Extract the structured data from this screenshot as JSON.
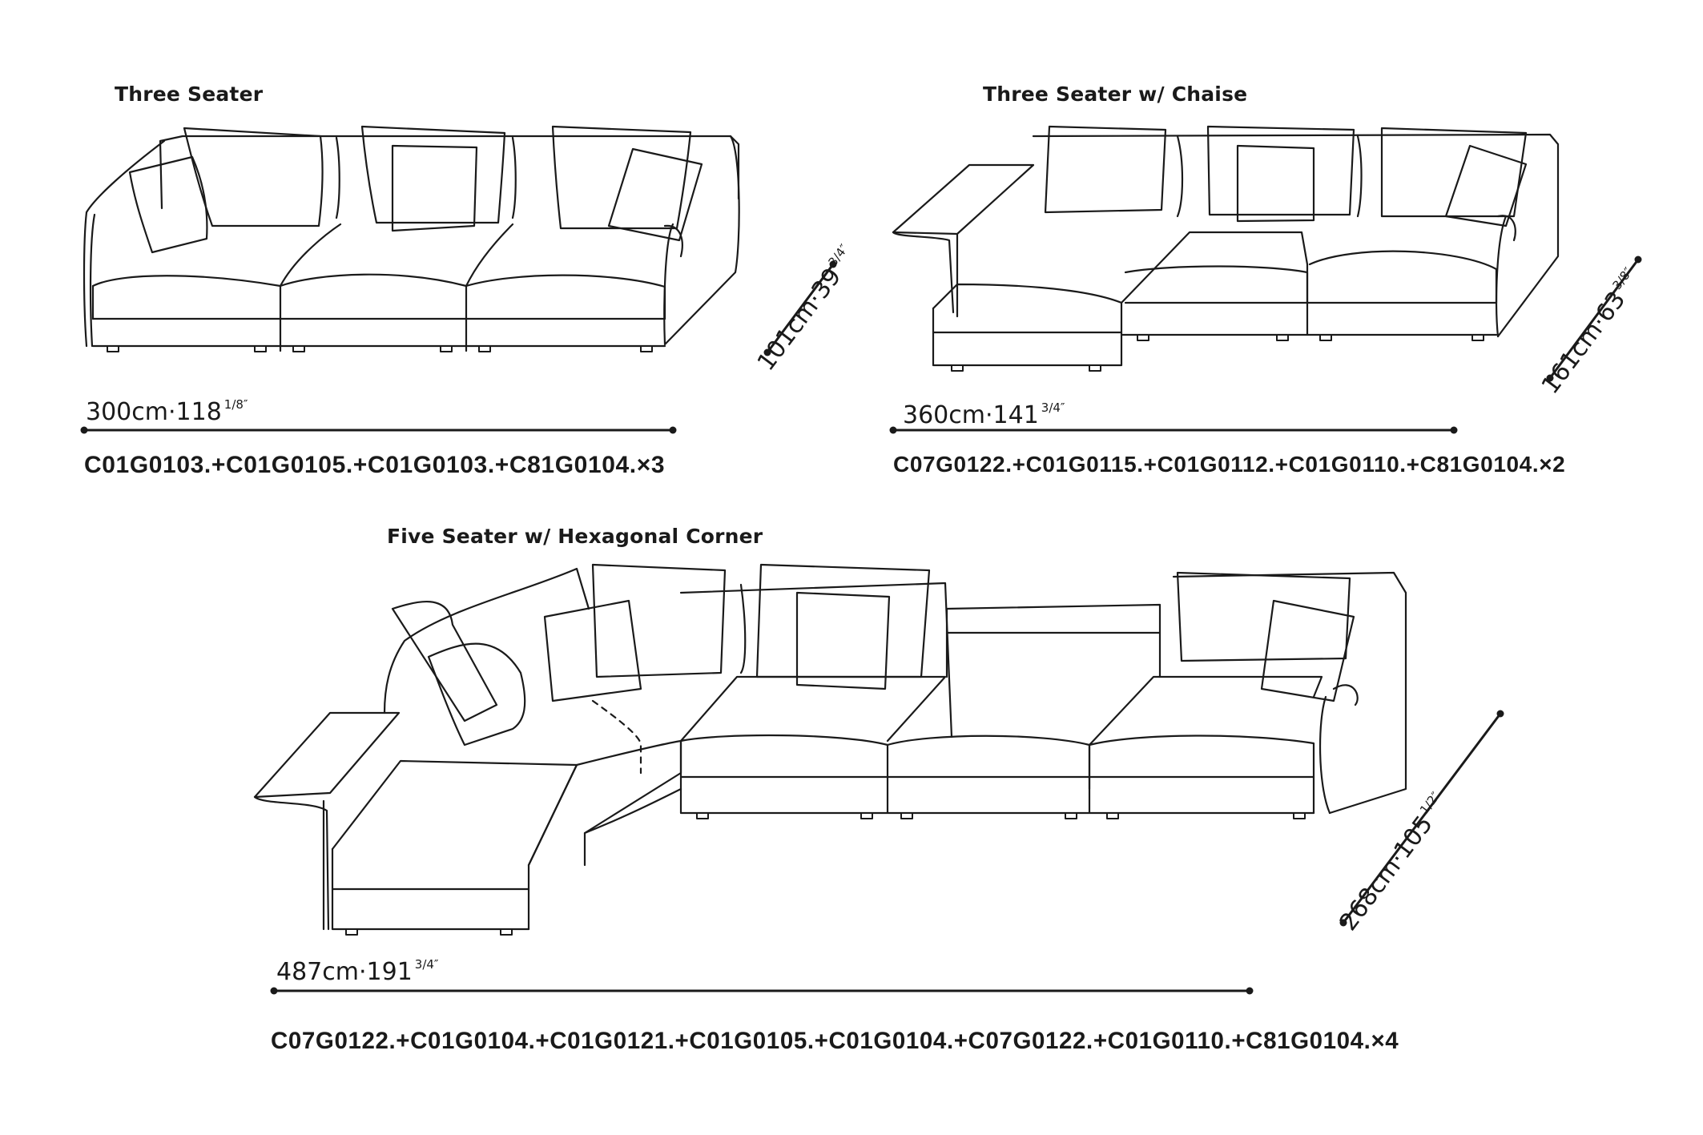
{
  "sofas": [
    {
      "title": "Three Seater",
      "width_text": "300cm·118",
      "width_fraction": "1/8″",
      "depth_text": "101cm·39",
      "depth_fraction": "3/4″",
      "code": "C01G0103.+C01G0105.+C01G0103.+C81G0104.×3"
    },
    {
      "title": "Three Seater w/ Chaise",
      "width_text": "360cm·141",
      "width_fraction": "3/4″",
      "depth_text": "161cm·63",
      "depth_fraction": "3/8″",
      "code": "C07G0122.+C01G0115.+C01G0112.+C01G0110.+C81G0104.×2"
    },
    {
      "title": "Five Seater w/ Hexagonal Corner",
      "width_text": "487cm·191",
      "width_fraction": "3/4″",
      "depth_text": "268cm·105",
      "depth_fraction": "1/2″",
      "code": "C07G0122.+C01G0104.+C01G0121.+C01G0105.+C01G0104.+C07G0122.+C01G0110.+C81G0104.×4"
    }
  ],
  "colors": {
    "ink": "#1a1a1a",
    "background": "#ffffff"
  }
}
